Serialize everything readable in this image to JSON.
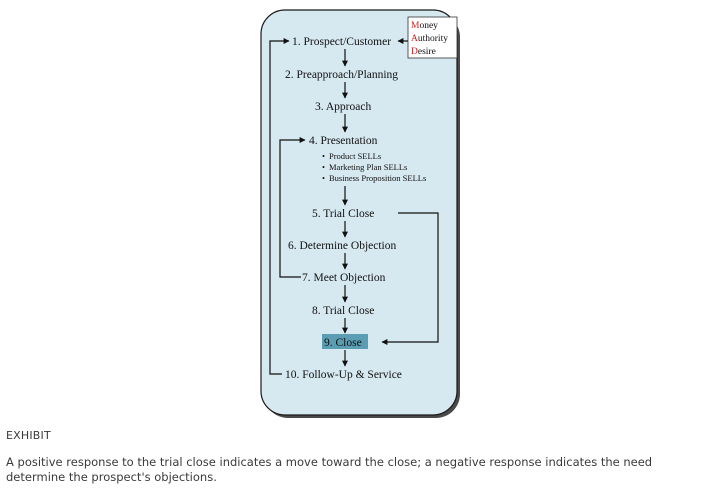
{
  "diagram": {
    "steps": [
      "1. Prospect/Customer",
      "2. Preapproach/Planning",
      "3. Approach",
      "4. Presentation",
      "5. Trial Close",
      "6. Determine Objection",
      "7. Meet Objection",
      "8. Trial Close",
      "9. Close",
      "10. Follow-Up & Service"
    ],
    "presentation_bullets": [
      "Product SELLs",
      "Marketing Plan SELLs",
      "Business Proposition SELLs"
    ],
    "bullet_symbol": "•",
    "man_box": {
      "lines": [
        {
          "initial": "M",
          "rest": "oney"
        },
        {
          "initial": "A",
          "rest": "uthority"
        },
        {
          "initial": "D",
          "rest": "esire"
        }
      ]
    },
    "colors": {
      "panel_fill": "#d6e8f0",
      "close_highlight": "#5b9eb3",
      "initial_red": "#d21e1e"
    }
  },
  "page": {
    "label": "EXHIBIT",
    "caption": "A positive response to the trial close indicates a move toward the close; a negative response indicates the need determine the prospect's objections."
  }
}
